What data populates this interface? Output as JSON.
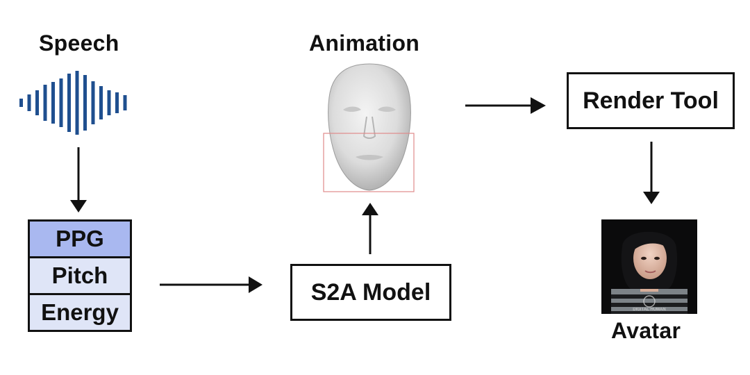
{
  "speech": {
    "label": "Speech"
  },
  "features": {
    "items": [
      {
        "label": "PPG",
        "fill": "#a9b8f0"
      },
      {
        "label": "Pitch",
        "fill": "#dfe5f7"
      },
      {
        "label": "Energy",
        "fill": "#dfe5f7"
      }
    ]
  },
  "animation": {
    "label": "Animation"
  },
  "s2a": {
    "label": "S2A Model"
  },
  "render": {
    "label": "Render Tool"
  },
  "avatar": {
    "label": "Avatar",
    "watermark": "DIGITAL HUMAN"
  },
  "colors": {
    "waveform": "#1f4f8f",
    "arrow": "#111111",
    "face_box": "#e08a8a"
  }
}
